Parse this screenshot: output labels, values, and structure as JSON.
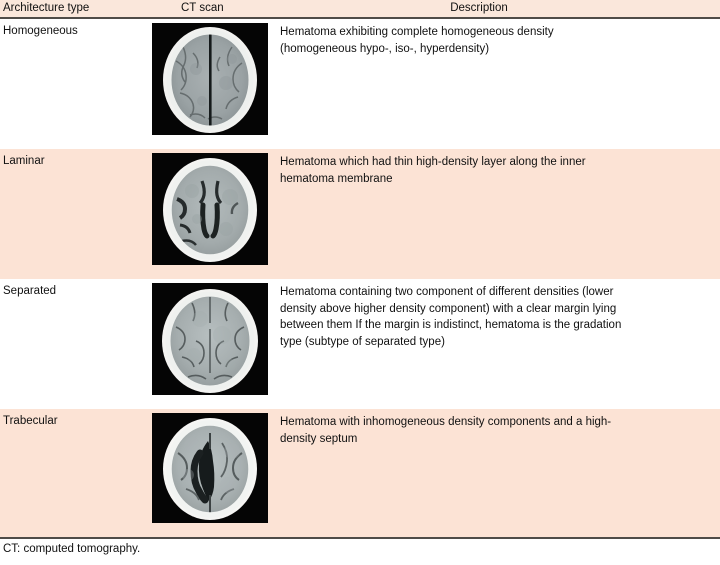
{
  "figure": {
    "kind": "table",
    "colors": {
      "shaded_row": "#fce3d5",
      "header_band": "#fae7db",
      "rule": "#4f4c48",
      "text": "#111111",
      "scan_background": "#050505"
    }
  },
  "table": {
    "columns": [
      {
        "key": "architecture_type",
        "label": "Architecture type",
        "align": "left"
      },
      {
        "key": "ct_scan",
        "label": "CT scan",
        "align": "left"
      },
      {
        "key": "description",
        "label": "Description",
        "align": "center"
      }
    ],
    "rows": [
      {
        "architecture_type": "Homogeneous",
        "scan_alt": "axial-head-ct-homogeneous",
        "description": "Hematoma exhibiting complete homogeneous density\n(homogeneous hypo-, iso-, hyperdensity)",
        "shaded": false
      },
      {
        "architecture_type": "Laminar",
        "scan_alt": "axial-head-ct-laminar",
        "description": "Hematoma which had thin high-density layer along the inner\nhematoma membrane",
        "shaded": true
      },
      {
        "architecture_type": "Separated",
        "scan_alt": "axial-head-ct-separated",
        "description": "Hematoma containing two component of different densities (lower\ndensity above higher density component) with a clear margin lying\nbetween them If the margin is indistinct, hematoma is the gradation\ntype (subtype of separated type)",
        "shaded": false
      },
      {
        "architecture_type": "Trabecular",
        "scan_alt": "axial-head-ct-trabecular",
        "description": "Hematoma with inhomogeneous density components and a high-\ndensity septum",
        "shaded": true
      }
    ]
  },
  "footnote": {
    "text": "CT: computed tomography."
  }
}
